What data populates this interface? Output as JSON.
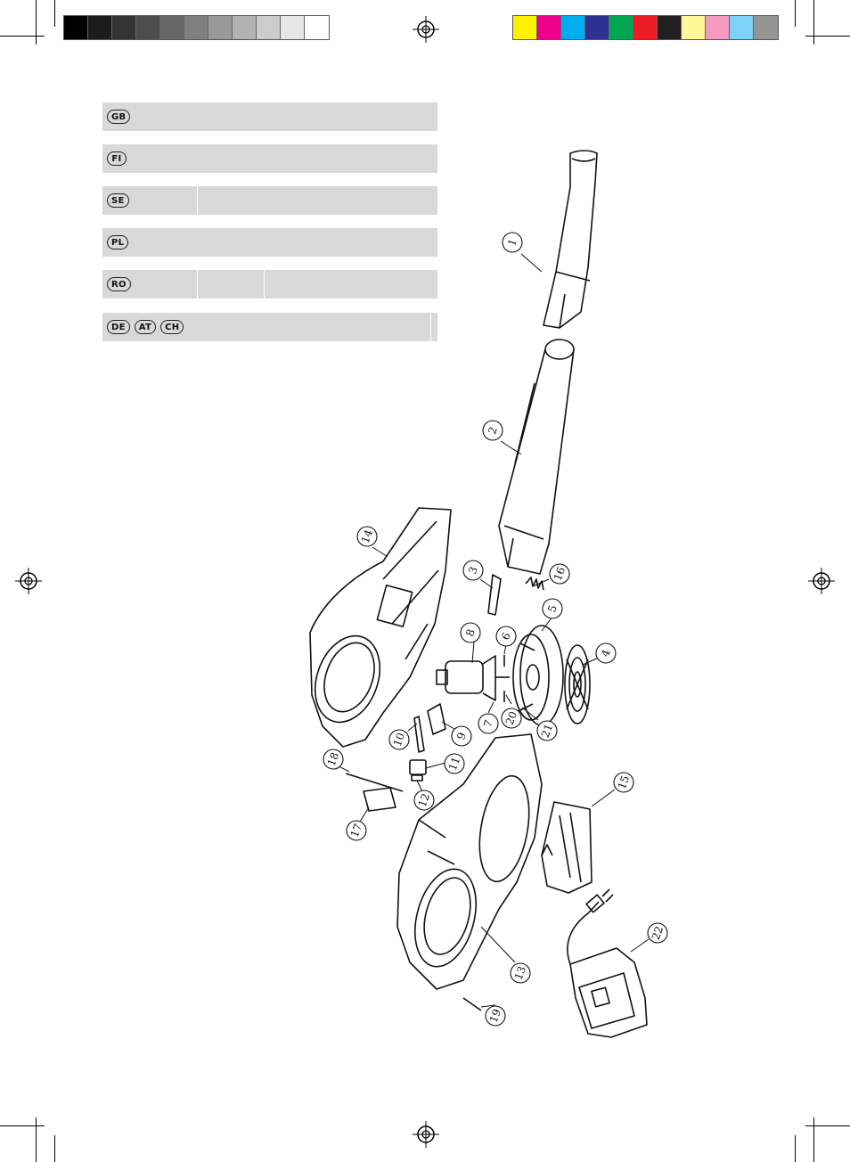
{
  "color_bars": {
    "grayscale": [
      "#000000",
      "#1c1c1c",
      "#333333",
      "#4d4d4d",
      "#666666",
      "#808080",
      "#999999",
      "#b3b3b3",
      "#cccccc",
      "#e6e6e6",
      "#ffffff"
    ],
    "process": [
      "#fff200",
      "#ec008c",
      "#00aeef",
      "#2e3192",
      "#00a651",
      "#ed1c24",
      "#231f20",
      "#fff799",
      "#f49ac1",
      "#7dd3f7",
      "#959595"
    ]
  },
  "language_bars": [
    {
      "badges": [
        "GB"
      ]
    },
    {
      "badges": [
        "FI"
      ]
    },
    {
      "badges": [
        "SE"
      ]
    },
    {
      "badges": [
        "PL"
      ]
    },
    {
      "badges": [
        "RO"
      ]
    },
    {
      "badges": [
        "DE",
        "AT",
        "CH"
      ]
    }
  ],
  "part_callouts": [
    "1",
    "2",
    "3",
    "16",
    "5",
    "4",
    "8",
    "6",
    "7",
    "20",
    "21",
    "9",
    "10",
    "11",
    "12",
    "14",
    "18",
    "17",
    "15",
    "13",
    "22",
    "19"
  ],
  "icons": {
    "registration_mark": "crosshair-circle-icon"
  }
}
